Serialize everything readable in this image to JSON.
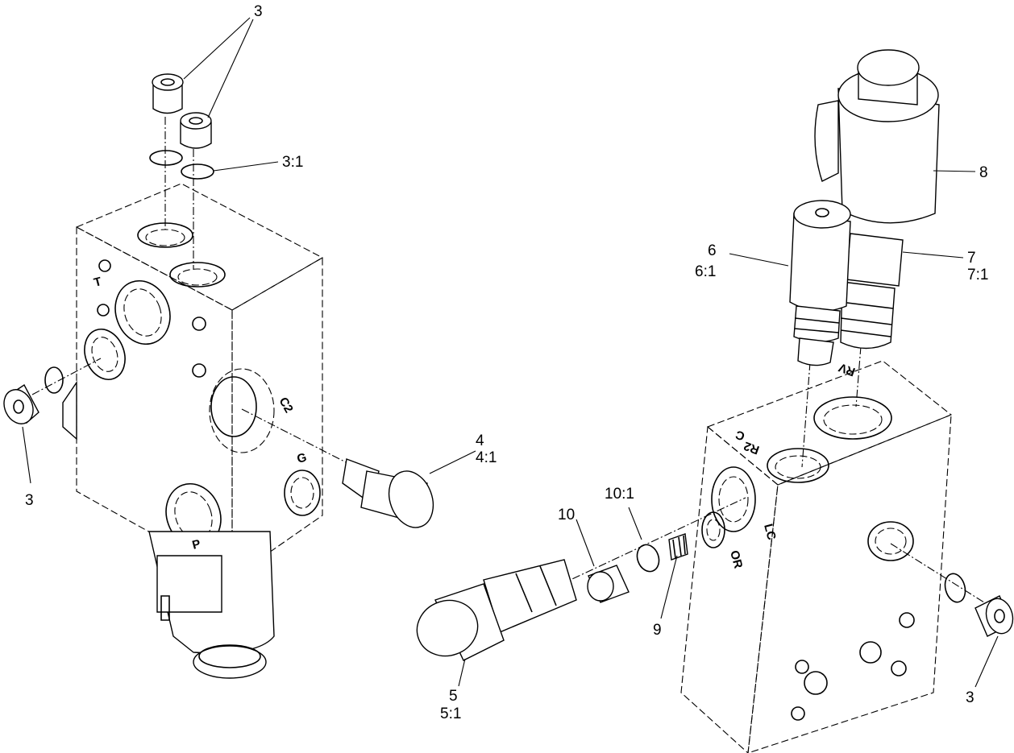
{
  "callouts": {
    "c3_top": "3",
    "c3_1": "3:1",
    "c8": "8",
    "c6": "6",
    "c6_1": "6:1",
    "c7": "7",
    "c7_1": "7:1",
    "c4": "4",
    "c4_1": "4:1",
    "c3_left": "3",
    "c10_1": "10:1",
    "c10": "10",
    "c9": "9",
    "c5": "5",
    "c5_1": "5:1",
    "c3_right": "3"
  },
  "ports": {
    "left_T": "T",
    "left_C2": "C2",
    "left_G": "G",
    "left_P": "P",
    "right_RV": "RV",
    "right_C": "C",
    "right_R2": "R2",
    "right_LC": "LC",
    "right_OR": "OR"
  }
}
